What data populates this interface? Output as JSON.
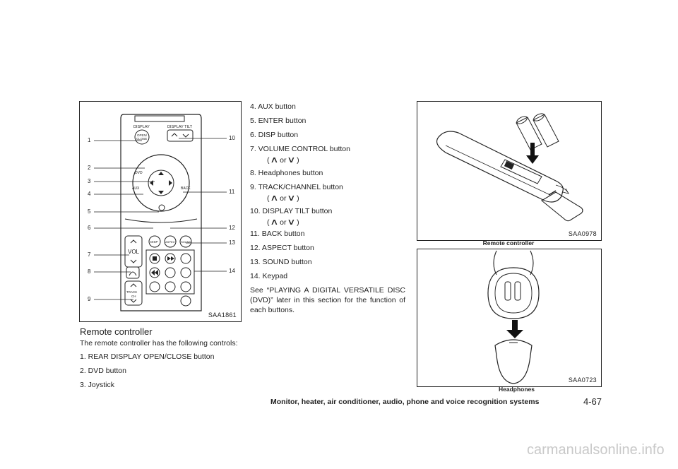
{
  "figure_remote": {
    "code": "SAA1861",
    "callouts_left": [
      "1",
      "2",
      "3",
      "4",
      "5",
      "6",
      "7",
      "8",
      "9"
    ],
    "callouts_right": [
      "10",
      "11",
      "12",
      "13",
      "14"
    ],
    "labels": {
      "display": "DISPLAY",
      "display_tilt": "DISPLAY TILT",
      "open_close_1": "OPEN/",
      "open_close_2": "CLOSE",
      "dvd": "DVD",
      "aux": "AUX",
      "back": "BACK",
      "disp": "DISP",
      "aspect": "ASPECT",
      "sound": "SOUND",
      "vol": "VOL",
      "track": "TRACK",
      "ch": "CH"
    }
  },
  "section": {
    "heading": "Remote controller",
    "intro": "The remote controller has the following controls:",
    "left_items": [
      "1. REAR DISPLAY OPEN/CLOSE button",
      "2. DVD button",
      "3. Joystick"
    ],
    "right_items": [
      "4. AUX button",
      "5. ENTER button",
      "6. DISP button",
      "7. VOLUME CONTROL button",
      "8. Headphones button",
      "9. TRACK/CHANNEL button",
      "10. DISPLAY TILT button",
      "11. BACK button",
      "12. ASPECT button",
      "13. SOUND button",
      "14. Keypad"
    ],
    "sub_open": "(",
    "sub_or": "or",
    "sub_close": ")",
    "see_text": "See “PLAYING A DIGITAL VERSATILE DISC (DVD)” later in this section for the function of each buttons."
  },
  "figure_batteries": {
    "code": "SAA0978",
    "caption": "Remote controller"
  },
  "figure_headphones": {
    "code": "SAA0723",
    "caption": "Headphones"
  },
  "footer": {
    "chapter": "Monitor, heater, air conditioner, audio, phone and voice recognition systems",
    "page": "4-67"
  },
  "watermark": "carmanualsonline.info"
}
